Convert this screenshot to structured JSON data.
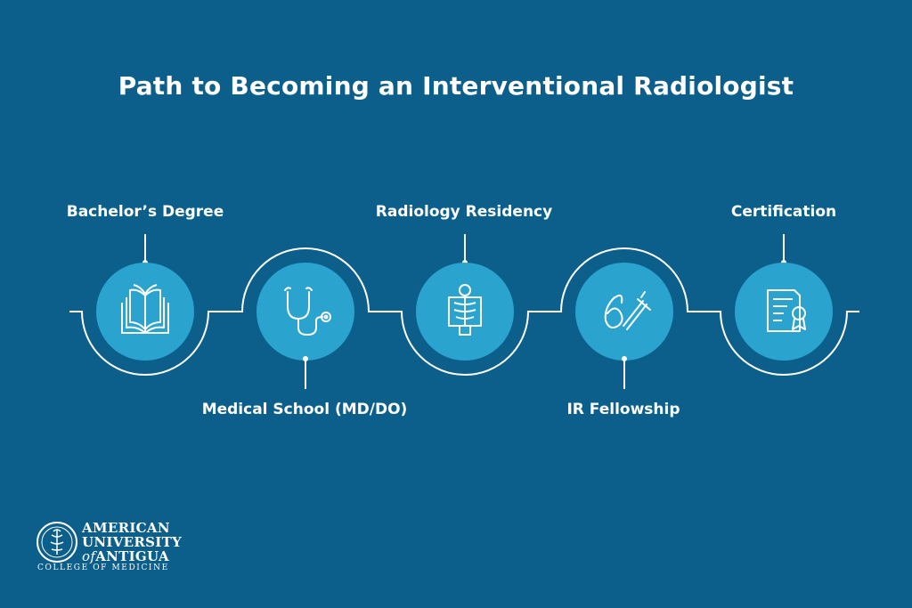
{
  "title": "Path to Becoming an Interventional Radiologist",
  "steps": [
    {
      "label": "Bachelor’s Degree",
      "icon": "book-icon"
    },
    {
      "label": "Medical School (MD/DO)",
      "icon": "stethoscope-icon"
    },
    {
      "label": "Radiology Residency",
      "icon": "xray-icon"
    },
    {
      "label": "IR Fellowship",
      "icon": "catheter-icon"
    },
    {
      "label": "Certification",
      "icon": "certificate-icon"
    }
  ],
  "logo": {
    "line1": "AMERICAN",
    "line2": "UNIVERSITY",
    "line3_of": "of",
    "line3": "ANTIGUA",
    "sub": "COLLEGE OF MEDICINE"
  },
  "colors": {
    "background": "#0c5f8b",
    "circle": "#2ba3cf",
    "line": "#ffffff"
  }
}
